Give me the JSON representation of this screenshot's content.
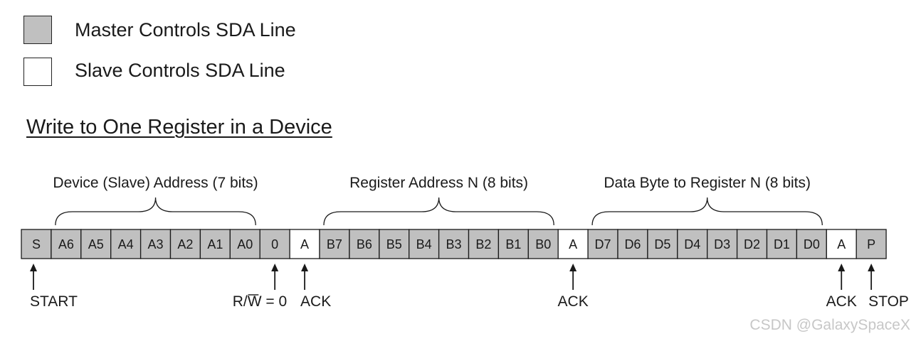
{
  "legend": [
    {
      "color": "#c0c0c0",
      "label": "Master Controls SDA Line"
    },
    {
      "color": "#ffffff",
      "label": "Slave Controls SDA Line"
    }
  ],
  "title": "Write to One Register in a Device",
  "groups": [
    {
      "label": "Device (Slave) Address (7 bits)",
      "from": 1,
      "to": 8
    },
    {
      "label": "Register Address N (8 bits)",
      "from": 10,
      "to": 18
    },
    {
      "label": "Data Byte to Register N (8 bits)",
      "from": 19,
      "to": 27
    }
  ],
  "bits": [
    {
      "text": "S",
      "controller": "master"
    },
    {
      "text": "A6",
      "controller": "master"
    },
    {
      "text": "A5",
      "controller": "master"
    },
    {
      "text": "A4",
      "controller": "master"
    },
    {
      "text": "A3",
      "controller": "master"
    },
    {
      "text": "A2",
      "controller": "master"
    },
    {
      "text": "A1",
      "controller": "master"
    },
    {
      "text": "A0",
      "controller": "master"
    },
    {
      "text": "0",
      "controller": "master"
    },
    {
      "text": "A",
      "controller": "slave"
    },
    {
      "text": "B7",
      "controller": "master"
    },
    {
      "text": "B6",
      "controller": "master"
    },
    {
      "text": "B5",
      "controller": "master"
    },
    {
      "text": "B4",
      "controller": "master"
    },
    {
      "text": "B3",
      "controller": "master"
    },
    {
      "text": "B2",
      "controller": "master"
    },
    {
      "text": "B1",
      "controller": "master"
    },
    {
      "text": "B0",
      "controller": "master"
    },
    {
      "text": "A",
      "controller": "slave"
    },
    {
      "text": "D7",
      "controller": "master"
    },
    {
      "text": "D6",
      "controller": "master"
    },
    {
      "text": "D5",
      "controller": "master"
    },
    {
      "text": "D4",
      "controller": "master"
    },
    {
      "text": "D3",
      "controller": "master"
    },
    {
      "text": "D2",
      "controller": "master"
    },
    {
      "text": "D1",
      "controller": "master"
    },
    {
      "text": "D0",
      "controller": "master"
    },
    {
      "text": "A",
      "controller": "slave"
    },
    {
      "text": "P",
      "controller": "master"
    }
  ],
  "markers": [
    {
      "bit": 0,
      "label": "START"
    },
    {
      "bit": 8,
      "label": "R/W = 0"
    },
    {
      "bit": 9,
      "label": "ACK"
    },
    {
      "bit": 18,
      "label": "ACK"
    },
    {
      "bit": 27,
      "label": "ACK"
    },
    {
      "bit": 28,
      "label": "STOP"
    }
  ],
  "watermark": "CSDN @GalaxySpaceX"
}
